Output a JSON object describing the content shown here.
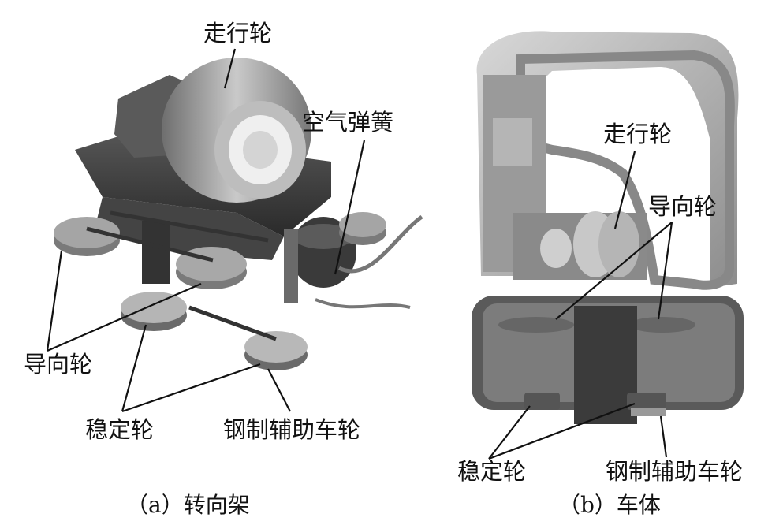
{
  "panel_a": {
    "labels": {
      "running_wheel": "走行轮",
      "air_spring": "空气弹簧",
      "guide_wheel": "导向轮",
      "stabilizing_wheel": "稳定轮",
      "steel_aux_wheel": "钢制辅助车轮"
    },
    "caption": "（a）转向架"
  },
  "panel_b": {
    "labels": {
      "running_wheel": "走行轮",
      "guide_wheel": "导向轮",
      "stabilizing_wheel": "稳定轮",
      "steel_aux_wheel": "钢制辅助车轮"
    },
    "caption": "（b）车体"
  }
}
